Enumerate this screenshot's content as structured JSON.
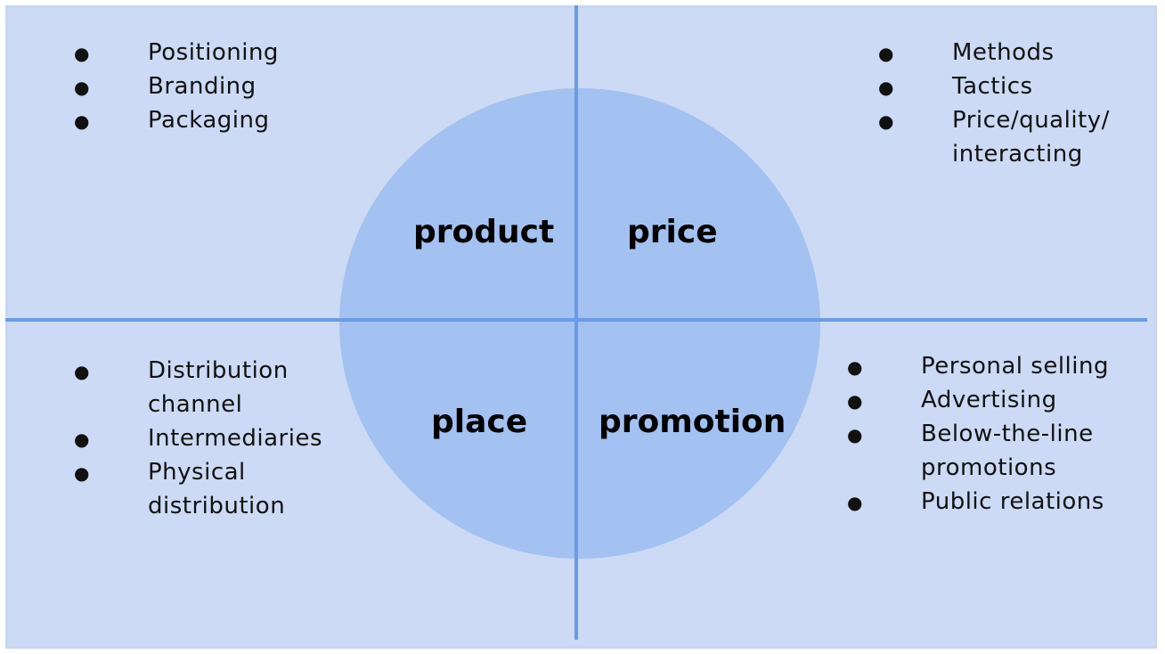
{
  "quadrants": {
    "product": {
      "label": "product",
      "items": [
        "Positioning",
        "Branding",
        "Packaging"
      ]
    },
    "price": {
      "label": "price",
      "items": [
        "Methods",
        "Tactics",
        "Price/quality/\ninteracting"
      ]
    },
    "place": {
      "label": "place",
      "items": [
        "Distribution\nchannel",
        "Intermediaries",
        "Physical\ndistribution"
      ]
    },
    "promotion": {
      "label": "promotion",
      "items": [
        "Personal selling",
        "Advertising",
        "Below-the-line\npromotions",
        "Public relations"
      ]
    }
  },
  "bullet_symbol": "●",
  "colors": {
    "background": "#ccdaf5",
    "circle": "#a3c1f1",
    "divider": "#6b9be4"
  }
}
